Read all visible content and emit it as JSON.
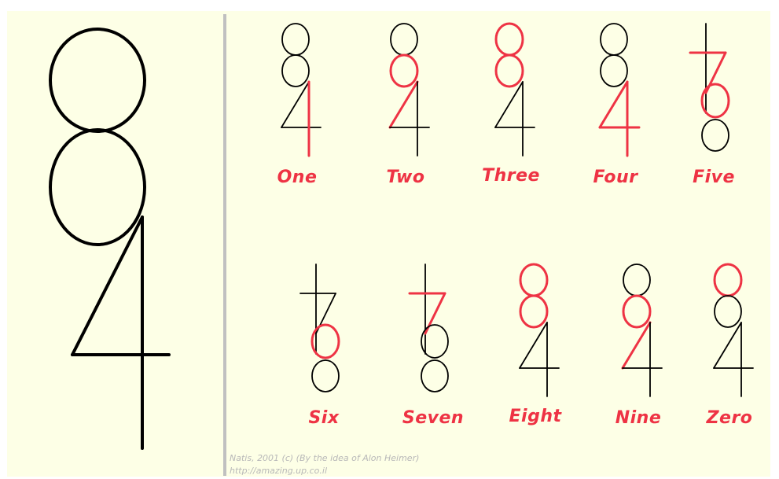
{
  "colors": {
    "background": "#fdffe6",
    "stroke": "#000000",
    "highlight": "#ee3344",
    "divider": "#c0c0c0",
    "credit": "#b8b8b8"
  },
  "digits": [
    {
      "label": "One",
      "icon": "digit-one-icon",
      "red": [
        "one"
      ]
    },
    {
      "label": "Two",
      "icon": "digit-two-icon",
      "red": [
        "c2",
        "diag"
      ]
    },
    {
      "label": "Three",
      "icon": "digit-three-icon",
      "red": [
        "c1",
        "c2"
      ]
    },
    {
      "label": "Four",
      "icon": "digit-four-icon",
      "red": [
        "diag",
        "h",
        "v"
      ]
    },
    {
      "label": "Five",
      "icon": "digit-five-icon",
      "red": [
        "bar",
        "diag7",
        "c6"
      ]
    },
    {
      "label": "Six",
      "icon": "digit-six-icon",
      "red": [
        "c6"
      ]
    },
    {
      "label": "Seven",
      "icon": "digit-seven-icon",
      "red": [
        "bar",
        "diag7"
      ]
    },
    {
      "label": "Eight",
      "icon": "digit-eight-icon",
      "red": [
        "c1",
        "c2"
      ]
    },
    {
      "label": "Nine",
      "icon": "digit-nine-icon",
      "red": [
        "c2",
        "diag"
      ]
    },
    {
      "label": "Zero",
      "icon": "digit-zero-icon",
      "red": [
        "c1"
      ]
    }
  ],
  "credit": {
    "line1": "Natis, 2001 (c) (By the idea of Alon Heimer)",
    "line2": "http://amazing.up.co.il"
  }
}
